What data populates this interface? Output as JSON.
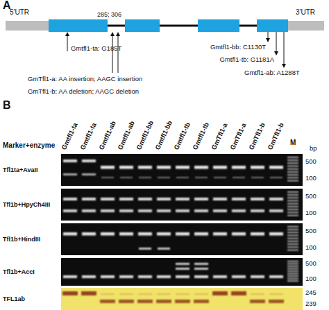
{
  "diagram": {
    "labels": [
      "A",
      "5'UTR",
      "3'UTR",
      "285; 306",
      "Gmtfl1-ta: G185T",
      "GmTfl1-a: AA insertion; AAGC insertion",
      "GmTfl1-b: AA deletion; AAGC deletion",
      "Gmtfl1-bb: C1130T",
      "Gmtfl1-tb: G1181A",
      "Gmtfl1-ab: A1288T",
      "B",
      "Gmtfl1-ta",
      "Gmtfl1-ta",
      "Gmtfl1-ab",
      "Gmtfl1-ab",
      "Gmtfl1-bb",
      "Gmtfl1-bb",
      "Gmtfl1-tb",
      "Gmtfl1-tb",
      "GmTfl1-a",
      "GmTfl1-a",
      "GmTfl1-b",
      "GmTfl1-b",
      "M",
      "bp",
      "Marker+enzyme",
      "Tfl1ta+AvaII",
      "500",
      "100",
      "Tfl1b+HpyCh4III",
      "500",
      "100",
      "Tfl1b+HindIII",
      "500",
      "100",
      "Tfl1b+AccI",
      "500",
      "100",
      "TFL1ab",
      "245",
      "239"
    ]
  }
}
